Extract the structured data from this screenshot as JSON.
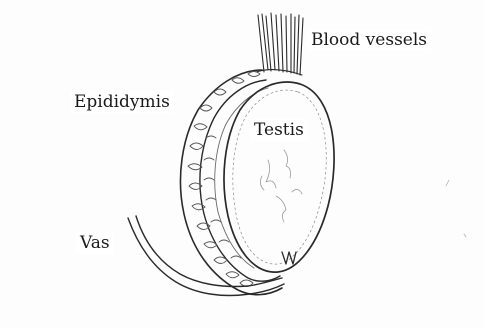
{
  "diagram": {
    "labels": {
      "blood_vessels": "Blood vessels",
      "epididymis": "Epididymis",
      "testis": "Testis",
      "vas": "Vas"
    },
    "colors": {
      "ink": "#2a2a2a",
      "pencil": "#6a6a6a",
      "paper": "#fdfdfd"
    }
  }
}
